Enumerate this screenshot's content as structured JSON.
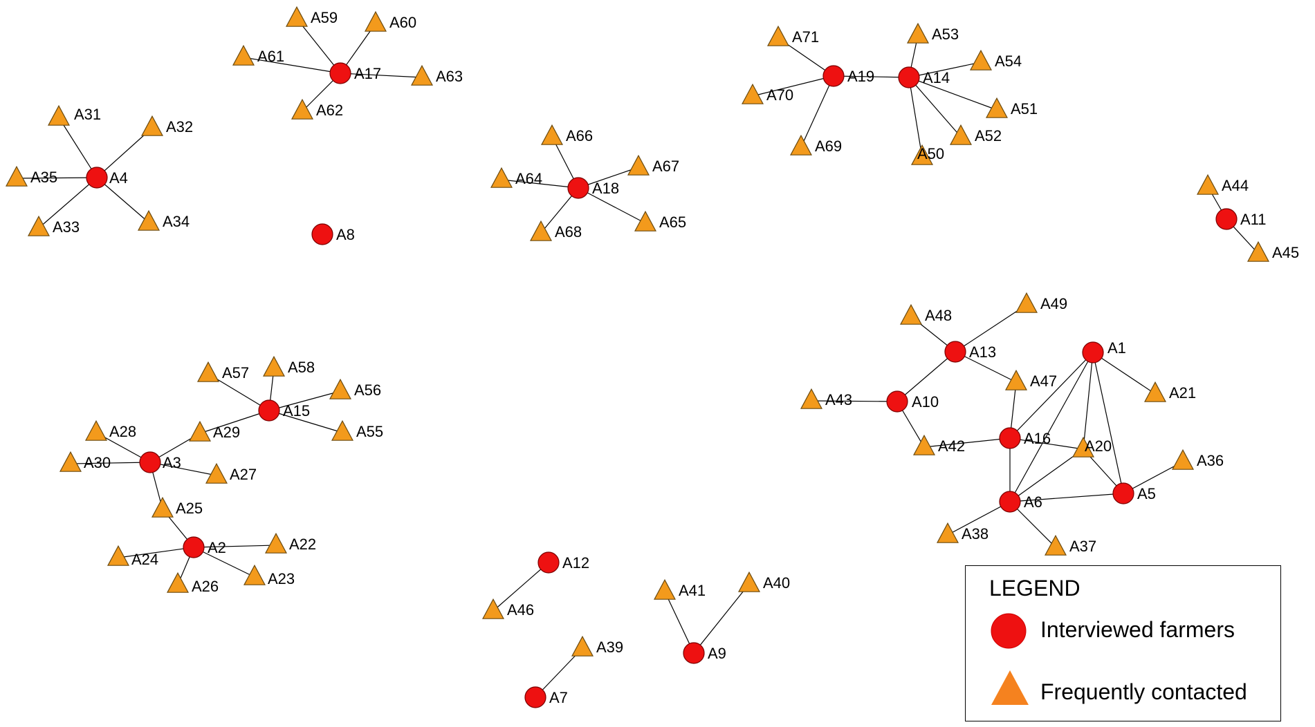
{
  "diagram": {
    "nodes": [
      {
        "id": "A1",
        "type": "farmer"
      },
      {
        "id": "A2",
        "type": "farmer"
      },
      {
        "id": "A3",
        "type": "farmer"
      },
      {
        "id": "A4",
        "type": "farmer"
      },
      {
        "id": "A5",
        "type": "farmer"
      },
      {
        "id": "A6",
        "type": "farmer"
      },
      {
        "id": "A7",
        "type": "farmer"
      },
      {
        "id": "A8",
        "type": "farmer"
      },
      {
        "id": "A9",
        "type": "farmer"
      },
      {
        "id": "A10",
        "type": "farmer"
      },
      {
        "id": "A11",
        "type": "farmer"
      },
      {
        "id": "A12",
        "type": "farmer"
      },
      {
        "id": "A13",
        "type": "farmer"
      },
      {
        "id": "A14",
        "type": "farmer"
      },
      {
        "id": "A15",
        "type": "farmer"
      },
      {
        "id": "A16",
        "type": "farmer"
      },
      {
        "id": "A17",
        "type": "farmer"
      },
      {
        "id": "A18",
        "type": "farmer"
      },
      {
        "id": "A19",
        "type": "farmer"
      },
      {
        "id": "A20",
        "type": "contact"
      },
      {
        "id": "A21",
        "type": "contact"
      },
      {
        "id": "A22",
        "type": "contact"
      },
      {
        "id": "A23",
        "type": "contact"
      },
      {
        "id": "A24",
        "type": "contact"
      },
      {
        "id": "A25",
        "type": "contact"
      },
      {
        "id": "A26",
        "type": "contact"
      },
      {
        "id": "A27",
        "type": "contact"
      },
      {
        "id": "A28",
        "type": "contact"
      },
      {
        "id": "A29",
        "type": "contact"
      },
      {
        "id": "A30",
        "type": "contact"
      },
      {
        "id": "A31",
        "type": "contact"
      },
      {
        "id": "A32",
        "type": "contact"
      },
      {
        "id": "A33",
        "type": "contact"
      },
      {
        "id": "A34",
        "type": "contact"
      },
      {
        "id": "A35",
        "type": "contact"
      },
      {
        "id": "A36",
        "type": "contact"
      },
      {
        "id": "A37",
        "type": "contact"
      },
      {
        "id": "A38",
        "type": "contact"
      },
      {
        "id": "A39",
        "type": "contact"
      },
      {
        "id": "A40",
        "type": "contact"
      },
      {
        "id": "A41",
        "type": "contact"
      },
      {
        "id": "A42",
        "type": "contact"
      },
      {
        "id": "A43",
        "type": "contact"
      },
      {
        "id": "A44",
        "type": "contact"
      },
      {
        "id": "A45",
        "type": "contact"
      },
      {
        "id": "A46",
        "type": "contact"
      },
      {
        "id": "A47",
        "type": "contact"
      },
      {
        "id": "A48",
        "type": "contact"
      },
      {
        "id": "A49",
        "type": "contact"
      },
      {
        "id": "A50",
        "type": "contact"
      },
      {
        "id": "A51",
        "type": "contact"
      },
      {
        "id": "A52",
        "type": "contact"
      },
      {
        "id": "A53",
        "type": "contact"
      },
      {
        "id": "A54",
        "type": "contact"
      },
      {
        "id": "A55",
        "type": "contact"
      },
      {
        "id": "A56",
        "type": "contact"
      },
      {
        "id": "A57",
        "type": "contact"
      },
      {
        "id": "A58",
        "type": "contact"
      },
      {
        "id": "A59",
        "type": "contact"
      },
      {
        "id": "A60",
        "type": "contact"
      },
      {
        "id": "A61",
        "type": "contact"
      },
      {
        "id": "A62",
        "type": "contact"
      },
      {
        "id": "A63",
        "type": "contact"
      },
      {
        "id": "A64",
        "type": "contact"
      },
      {
        "id": "A65",
        "type": "contact"
      },
      {
        "id": "A66",
        "type": "contact"
      },
      {
        "id": "A67",
        "type": "contact"
      },
      {
        "id": "A68",
        "type": "contact"
      },
      {
        "id": "A69",
        "type": "contact"
      },
      {
        "id": "A70",
        "type": "contact"
      },
      {
        "id": "A71",
        "type": "contact"
      }
    ],
    "edges": [
      [
        "A4",
        "A31"
      ],
      [
        "A4",
        "A32"
      ],
      [
        "A4",
        "A35"
      ],
      [
        "A4",
        "A33"
      ],
      [
        "A4",
        "A34"
      ],
      [
        "A17",
        "A59"
      ],
      [
        "A17",
        "A60"
      ],
      [
        "A17",
        "A61"
      ],
      [
        "A17",
        "A62"
      ],
      [
        "A17",
        "A63"
      ],
      [
        "A18",
        "A66"
      ],
      [
        "A18",
        "A64"
      ],
      [
        "A18",
        "A67"
      ],
      [
        "A18",
        "A68"
      ],
      [
        "A18",
        "A65"
      ],
      [
        "A19",
        "A71"
      ],
      [
        "A19",
        "A70"
      ],
      [
        "A19",
        "A69"
      ],
      [
        "A19",
        "A14"
      ],
      [
        "A14",
        "A53"
      ],
      [
        "A14",
        "A54"
      ],
      [
        "A14",
        "A51"
      ],
      [
        "A14",
        "A52"
      ],
      [
        "A14",
        "A50"
      ],
      [
        "A11",
        "A44"
      ],
      [
        "A11",
        "A45"
      ],
      [
        "A13",
        "A48"
      ],
      [
        "A13",
        "A49"
      ],
      [
        "A13",
        "A47"
      ],
      [
        "A13",
        "A10"
      ],
      [
        "A10",
        "A43"
      ],
      [
        "A10",
        "A42"
      ],
      [
        "A16",
        "A42"
      ],
      [
        "A16",
        "A47"
      ],
      [
        "A16",
        "A20"
      ],
      [
        "A16",
        "A6"
      ],
      [
        "A16",
        "A1"
      ],
      [
        "A1",
        "A21"
      ],
      [
        "A1",
        "A6"
      ],
      [
        "A1",
        "A20"
      ],
      [
        "A1",
        "A5"
      ],
      [
        "A6",
        "A20"
      ],
      [
        "A6",
        "A5"
      ],
      [
        "A6",
        "A38"
      ],
      [
        "A6",
        "A37"
      ],
      [
        "A5",
        "A20"
      ],
      [
        "A5",
        "A36"
      ],
      [
        "A15",
        "A57"
      ],
      [
        "A15",
        "A58"
      ],
      [
        "A15",
        "A56"
      ],
      [
        "A15",
        "A55"
      ],
      [
        "A15",
        "A29"
      ],
      [
        "A3",
        "A28"
      ],
      [
        "A3",
        "A30"
      ],
      [
        "A3",
        "A29"
      ],
      [
        "A3",
        "A27"
      ],
      [
        "A3",
        "A25"
      ],
      [
        "A2",
        "A25"
      ],
      [
        "A2",
        "A22"
      ],
      [
        "A2",
        "A23"
      ],
      [
        "A2",
        "A24"
      ],
      [
        "A2",
        "A26"
      ],
      [
        "A12",
        "A46"
      ],
      [
        "A7",
        "A39"
      ],
      [
        "A9",
        "A41"
      ],
      [
        "A9",
        "A40"
      ]
    ]
  },
  "legend": {
    "title": "LEGEND",
    "items": [
      {
        "label": "Interviewed farmers",
        "symbol": "farmer",
        "color": "#ee1111"
      },
      {
        "label": "Frequently contacted",
        "symbol": "contact",
        "color": "#f39a1c"
      }
    ]
  }
}
